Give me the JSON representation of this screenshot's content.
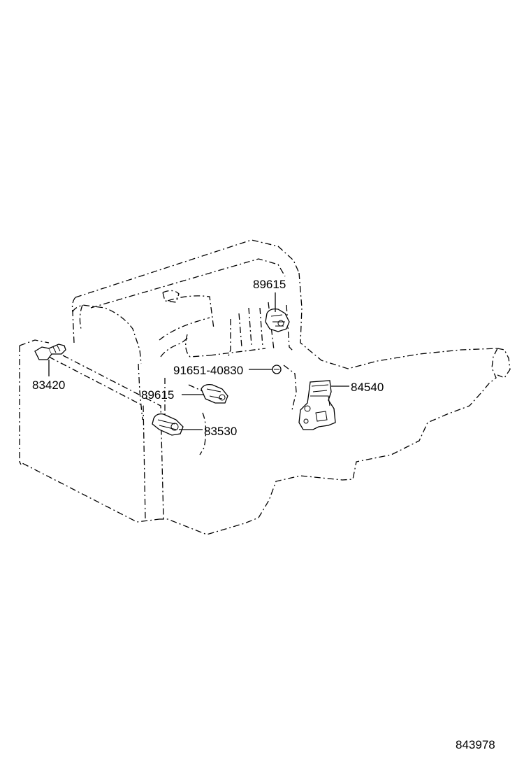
{
  "callouts": {
    "p89615_top": "89615",
    "p91651_40830": "91651-40830",
    "p83420": "83420",
    "p89615_mid": "89615",
    "p84540": "84540",
    "p83530": "83530"
  },
  "reference_number": "843978"
}
